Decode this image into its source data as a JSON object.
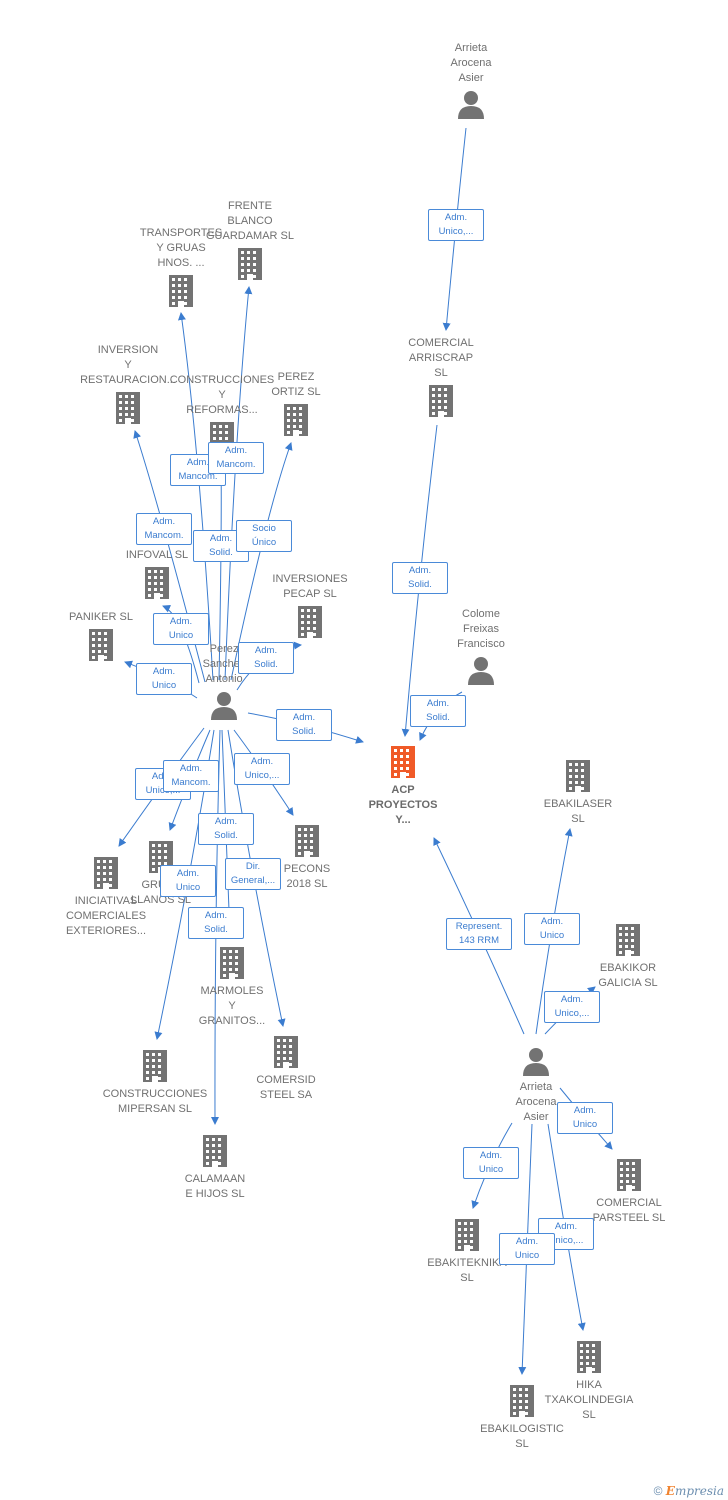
{
  "colors": {
    "edge": "#3b7ccf",
    "node": "#737373",
    "focus": "#f05a28",
    "tag_border": "#4a8ad8"
  },
  "nodes": [
    {
      "id": "arrieta_top",
      "label": "Arrieta\nArocena\nAsier",
      "kind": "person-icon"
    },
    {
      "id": "comercial_arriscrap",
      "label": "COMERCIAL\nARRISCRAP\nSL",
      "kind": "building-icon"
    },
    {
      "id": "frente_blanco",
      "label": "FRENTE\nBLANCO\nGUARDAMAR SL",
      "kind": "building-icon"
    },
    {
      "id": "transportes_gruas",
      "label": "TRANSPORTES\nY GRUAS\nHNOS. ...",
      "kind": "building-icon"
    },
    {
      "id": "inversion_restauracion",
      "label": "INVERSION\nY\nRESTAURACION...",
      "kind": "building-icon"
    },
    {
      "id": "construcciones_reformas",
      "label": "CONSTRUCCIONES\nY\nREFORMAS...",
      "kind": "building-icon"
    },
    {
      "id": "perez_ortiz",
      "label": "PEREZ\nORTIZ  SL",
      "kind": "building-icon"
    },
    {
      "id": "perez_infoval",
      "label": "PEREZ\nINFOVAL  SL",
      "kind": "building-icon"
    },
    {
      "id": "inversiones_pecap",
      "label": "INVERSIONES\nPECAP  SL",
      "kind": "building-icon"
    },
    {
      "id": "paniker",
      "label": "PANIKER SL",
      "kind": "building-icon"
    },
    {
      "id": "perez_sanchez",
      "label": "Perez\nSanchez\nAntonio",
      "kind": "person-icon"
    },
    {
      "id": "colome",
      "label": "Colome\nFreixas\nFrancisco",
      "kind": "person-icon"
    },
    {
      "id": "acp",
      "label": "ACP\nPROYECTOS\nY...",
      "kind": "building-icon",
      "focus": true
    },
    {
      "id": "ebakilaser",
      "label": "EBAKILASER\nSL",
      "kind": "building-icon"
    },
    {
      "id": "ebakikor",
      "label": "EBAKIKOR\nGALICIA  SL",
      "kind": "building-icon"
    },
    {
      "id": "iniciativas",
      "label": "INICIATIVAS\nCOMERCIALES\nEXTERIORES...",
      "kind": "building-icon"
    },
    {
      "id": "gruas_llanos",
      "label": "GRUAS\nLLANOS  SL",
      "kind": "building-icon"
    },
    {
      "id": "pecons",
      "label": "PECONS\n2018  SL",
      "kind": "building-icon"
    },
    {
      "id": "marmoles",
      "label": "MARMOLES\nY\nGRANITOS...",
      "kind": "building-icon"
    },
    {
      "id": "construcciones_mipersan",
      "label": "CONSTRUCCIONES\nMIPERSAN SL",
      "kind": "building-icon"
    },
    {
      "id": "comersid",
      "label": "COMERSID\nSTEEL SA",
      "kind": "building-icon"
    },
    {
      "id": "calamaan",
      "label": "CALAMAAN\nE HIJOS  SL",
      "kind": "building-icon"
    },
    {
      "id": "arrieta_bottom",
      "label": "Arrieta\nArocena\nAsier",
      "kind": "person-icon"
    },
    {
      "id": "comercial_parsteel",
      "label": "COMERCIAL\nPARSTEEL SL",
      "kind": "building-icon"
    },
    {
      "id": "ebakiteknika",
      "label": "EBAKITEKNIKA\nSL",
      "kind": "building-icon"
    },
    {
      "id": "hika",
      "label": "HIKA\nTXAKOLINDEGIA\nSL",
      "kind": "building-icon"
    },
    {
      "id": "ebakilogistic",
      "label": "EBAKILOGISTIC\nSL",
      "kind": "building-icon"
    }
  ],
  "edges": [
    {
      "from": "arrieta_top",
      "to": "comercial_arriscrap",
      "label": "Adm.\nUnico,..."
    },
    {
      "from": "comercial_arriscrap",
      "to": "acp",
      "label": "Adm.\nSolid."
    },
    {
      "from": "colome",
      "to": "acp",
      "label": "Adm.\nSolid."
    },
    {
      "from": "perez_sanchez",
      "to": "acp",
      "label": "Adm.\nSolid."
    },
    {
      "from": "perez_sanchez",
      "to": "transportes_gruas",
      "label": "Adm.\nMancom."
    },
    {
      "from": "perez_sanchez",
      "to": "frente_blanco",
      "label": "Adm.\nMancom."
    },
    {
      "from": "perez_sanchez",
      "to": "inversion_restauracion",
      "label": "Adm.\nMancom."
    },
    {
      "from": "perez_sanchez",
      "to": "construcciones_reformas",
      "label": "Adm.\nSolid."
    },
    {
      "from": "perez_sanchez",
      "to": "perez_ortiz",
      "label": "Socio\nÚnico"
    },
    {
      "from": "perez_sanchez",
      "to": "perez_infoval",
      "label": "Adm.\nUnico"
    },
    {
      "from": "perez_sanchez",
      "to": "inversiones_pecap",
      "label": "Adm.\nSolid."
    },
    {
      "from": "perez_sanchez",
      "to": "paniker",
      "label": "Adm.\nUnico"
    },
    {
      "from": "perez_sanchez",
      "to": "iniciativas",
      "label": "Adm.\nUnico,..."
    },
    {
      "from": "perez_sanchez",
      "to": "gruas_llanos",
      "label": "Adm.\nMancom."
    },
    {
      "from": "perez_sanchez",
      "to": "pecons",
      "label": "Adm.\nUnico,..."
    },
    {
      "from": "perez_sanchez",
      "to": "marmoles",
      "label": "Adm.\nSolid."
    },
    {
      "from": "perez_sanchez",
      "to": "construcciones_mipersan",
      "label": "Adm.\nUnico"
    },
    {
      "from": "perez_sanchez",
      "to": "comersid",
      "label": "Dir.\nGeneral,..."
    },
    {
      "from": "perez_sanchez",
      "to": "calamaan",
      "label": "Adm.\nSolid."
    },
    {
      "from": "arrieta_bottom",
      "to": "acp",
      "label": "Represent.\n143 RRM"
    },
    {
      "from": "arrieta_bottom",
      "to": "ebakilaser",
      "label": "Adm.\nUnico"
    },
    {
      "from": "arrieta_bottom",
      "to": "ebakikor",
      "label": "Adm.\nUnico,..."
    },
    {
      "from": "arrieta_bottom",
      "to": "comercial_parsteel",
      "label": "Adm.\nUnico"
    },
    {
      "from": "arrieta_bottom",
      "to": "ebakiteknika",
      "label": "Adm.\nUnico"
    },
    {
      "from": "arrieta_bottom",
      "to": "hika",
      "label": "Adm.\nUnico,..."
    },
    {
      "from": "arrieta_bottom",
      "to": "ebakilogistic",
      "label": "Adm.\nUnico"
    }
  ],
  "footer": {
    "copyright": "©",
    "brand_initial": "E",
    "brand_rest": "mpresia"
  }
}
